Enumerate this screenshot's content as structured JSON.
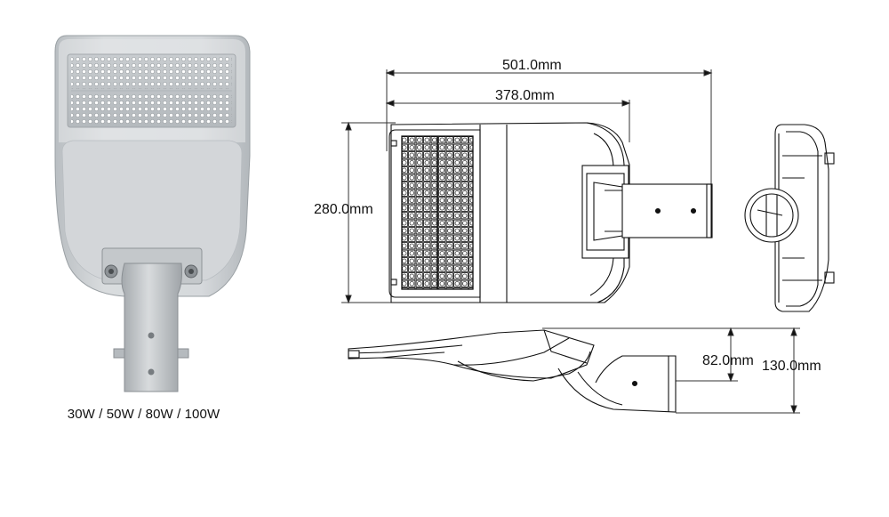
{
  "caption": "30W / 50W / 80W / 100W",
  "dimensions": {
    "overall_length": "501.0mm",
    "head_length": "378.0mm",
    "width": "280.0mm",
    "height_body": "82.0mm",
    "height_total": "130.0mm"
  },
  "colors": {
    "housing": "#cfd3d6",
    "housing_dark": "#a9aeb2",
    "led": "#f4f4f4",
    "line": "#111111",
    "dim_line": "#333333"
  }
}
